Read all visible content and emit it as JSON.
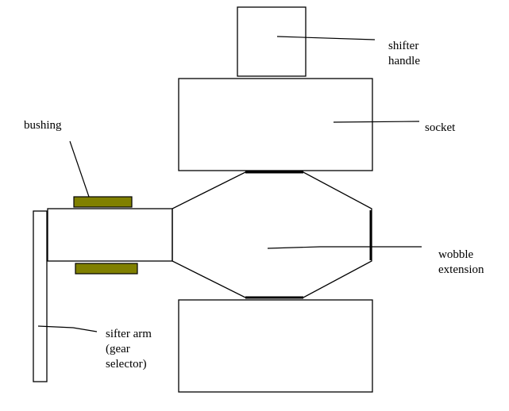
{
  "labels": {
    "shifter_handle": [
      "shifter",
      "handle"
    ],
    "socket": [
      "socket"
    ],
    "bushing": [
      "bushing"
    ],
    "wobble_extension": [
      "wobble",
      "extension"
    ],
    "sifter_arm": [
      "sifter arm",
      "(gear",
      "selector)"
    ]
  },
  "colors": {
    "stroke": "#000000",
    "bushing_fill": "#808000",
    "background": "#ffffff"
  }
}
